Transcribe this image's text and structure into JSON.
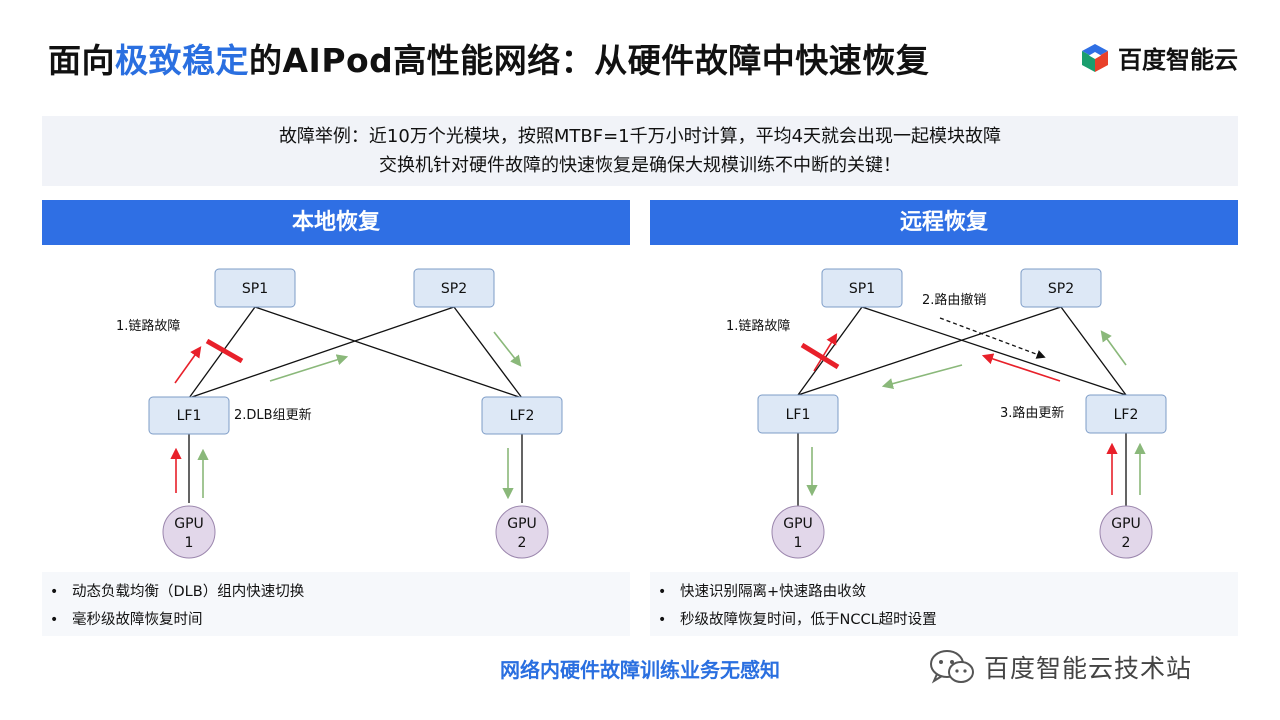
{
  "title": {
    "part1": "面向",
    "highlight": "极致稳定",
    "part2": "的AIPod高性能网络：从硬件故障中快速恢复"
  },
  "logo": {
    "text": "百度智能云"
  },
  "notice": {
    "line1": "故障举例：近10万个光模块，按照MTBF=1千万小时计算，平均4天就会出现一起模块故障",
    "line2": "交换机针对硬件故障的快速恢复是确保大规模训练不中断的关键！"
  },
  "left_panel": {
    "header": "本地恢复",
    "nodes": {
      "sp1": "SP1",
      "sp2": "SP2",
      "lf1": "LF1",
      "lf2": "LF2",
      "gpu1_a": "GPU",
      "gpu1_b": "1",
      "gpu2_a": "GPU",
      "gpu2_b": "2"
    },
    "labels": {
      "fault": "1.链路故障",
      "dlb": "2.DLB组更新"
    },
    "bullets": [
      "动态负载均衡（DLB）组内快速切换",
      "毫秒级故障恢复时间"
    ]
  },
  "right_panel": {
    "header": "远程恢复",
    "nodes": {
      "sp1": "SP1",
      "sp2": "SP2",
      "lf1": "LF1",
      "lf2": "LF2",
      "gpu1_a": "GPU",
      "gpu1_b": "1",
      "gpu2_a": "GPU",
      "gpu2_b": "2"
    },
    "labels": {
      "fault": "1.链路故障",
      "withdraw": "2.路由撤销",
      "update": "3.路由更新"
    },
    "bullets": [
      "快速识别隔离+快速路由收敛",
      "秒级故障恢复时间，低于NCCL超时设置"
    ]
  },
  "footer": "网络内硬件故障训练业务无感知",
  "watermark": "百度智能云技术站",
  "colors": {
    "accent": "#2f6fe4",
    "fault_red": "#e8202a",
    "flow_green": "#8ab87a",
    "node_fill": "#dde8f6",
    "gpu_fill": "#e2d7ea"
  }
}
